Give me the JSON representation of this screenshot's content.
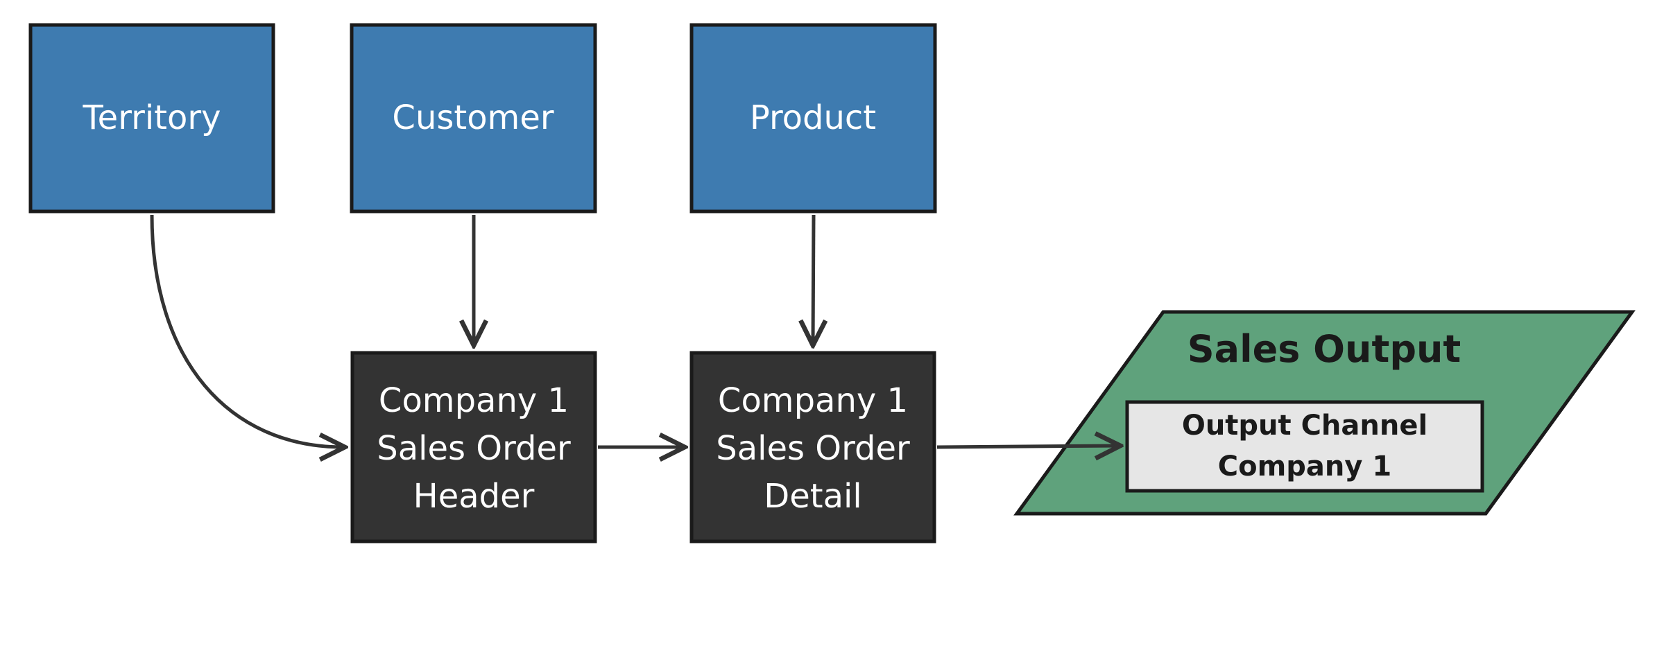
{
  "diagram": {
    "colors": {
      "source": "#3e7bb0",
      "process": "#333333",
      "output": "#5fa27c",
      "channel": "#e6e6e6",
      "border": "#1a1a1a",
      "edge": "#333333"
    },
    "nodes": {
      "territory": {
        "label": "Territory"
      },
      "customer": {
        "label": "Customer"
      },
      "product": {
        "label": "Product"
      },
      "header": {
        "lines": [
          "Company 1",
          "Sales Order",
          "Header"
        ]
      },
      "detail": {
        "lines": [
          "Company 1",
          "Sales Order",
          "Detail"
        ]
      },
      "sales_output": {
        "title": "Sales Output",
        "channel": {
          "lines": [
            "Output Channel",
            "Company 1"
          ]
        }
      }
    },
    "edges": [
      {
        "from": "Territory",
        "to": "Company 1 Sales Order Header"
      },
      {
        "from": "Customer",
        "to": "Company 1 Sales Order Header"
      },
      {
        "from": "Product",
        "to": "Company 1 Sales Order Detail"
      },
      {
        "from": "Company 1 Sales Order Header",
        "to": "Company 1 Sales Order Detail"
      },
      {
        "from": "Company 1 Sales Order Detail",
        "to": "Output Channel Company 1"
      }
    ]
  }
}
